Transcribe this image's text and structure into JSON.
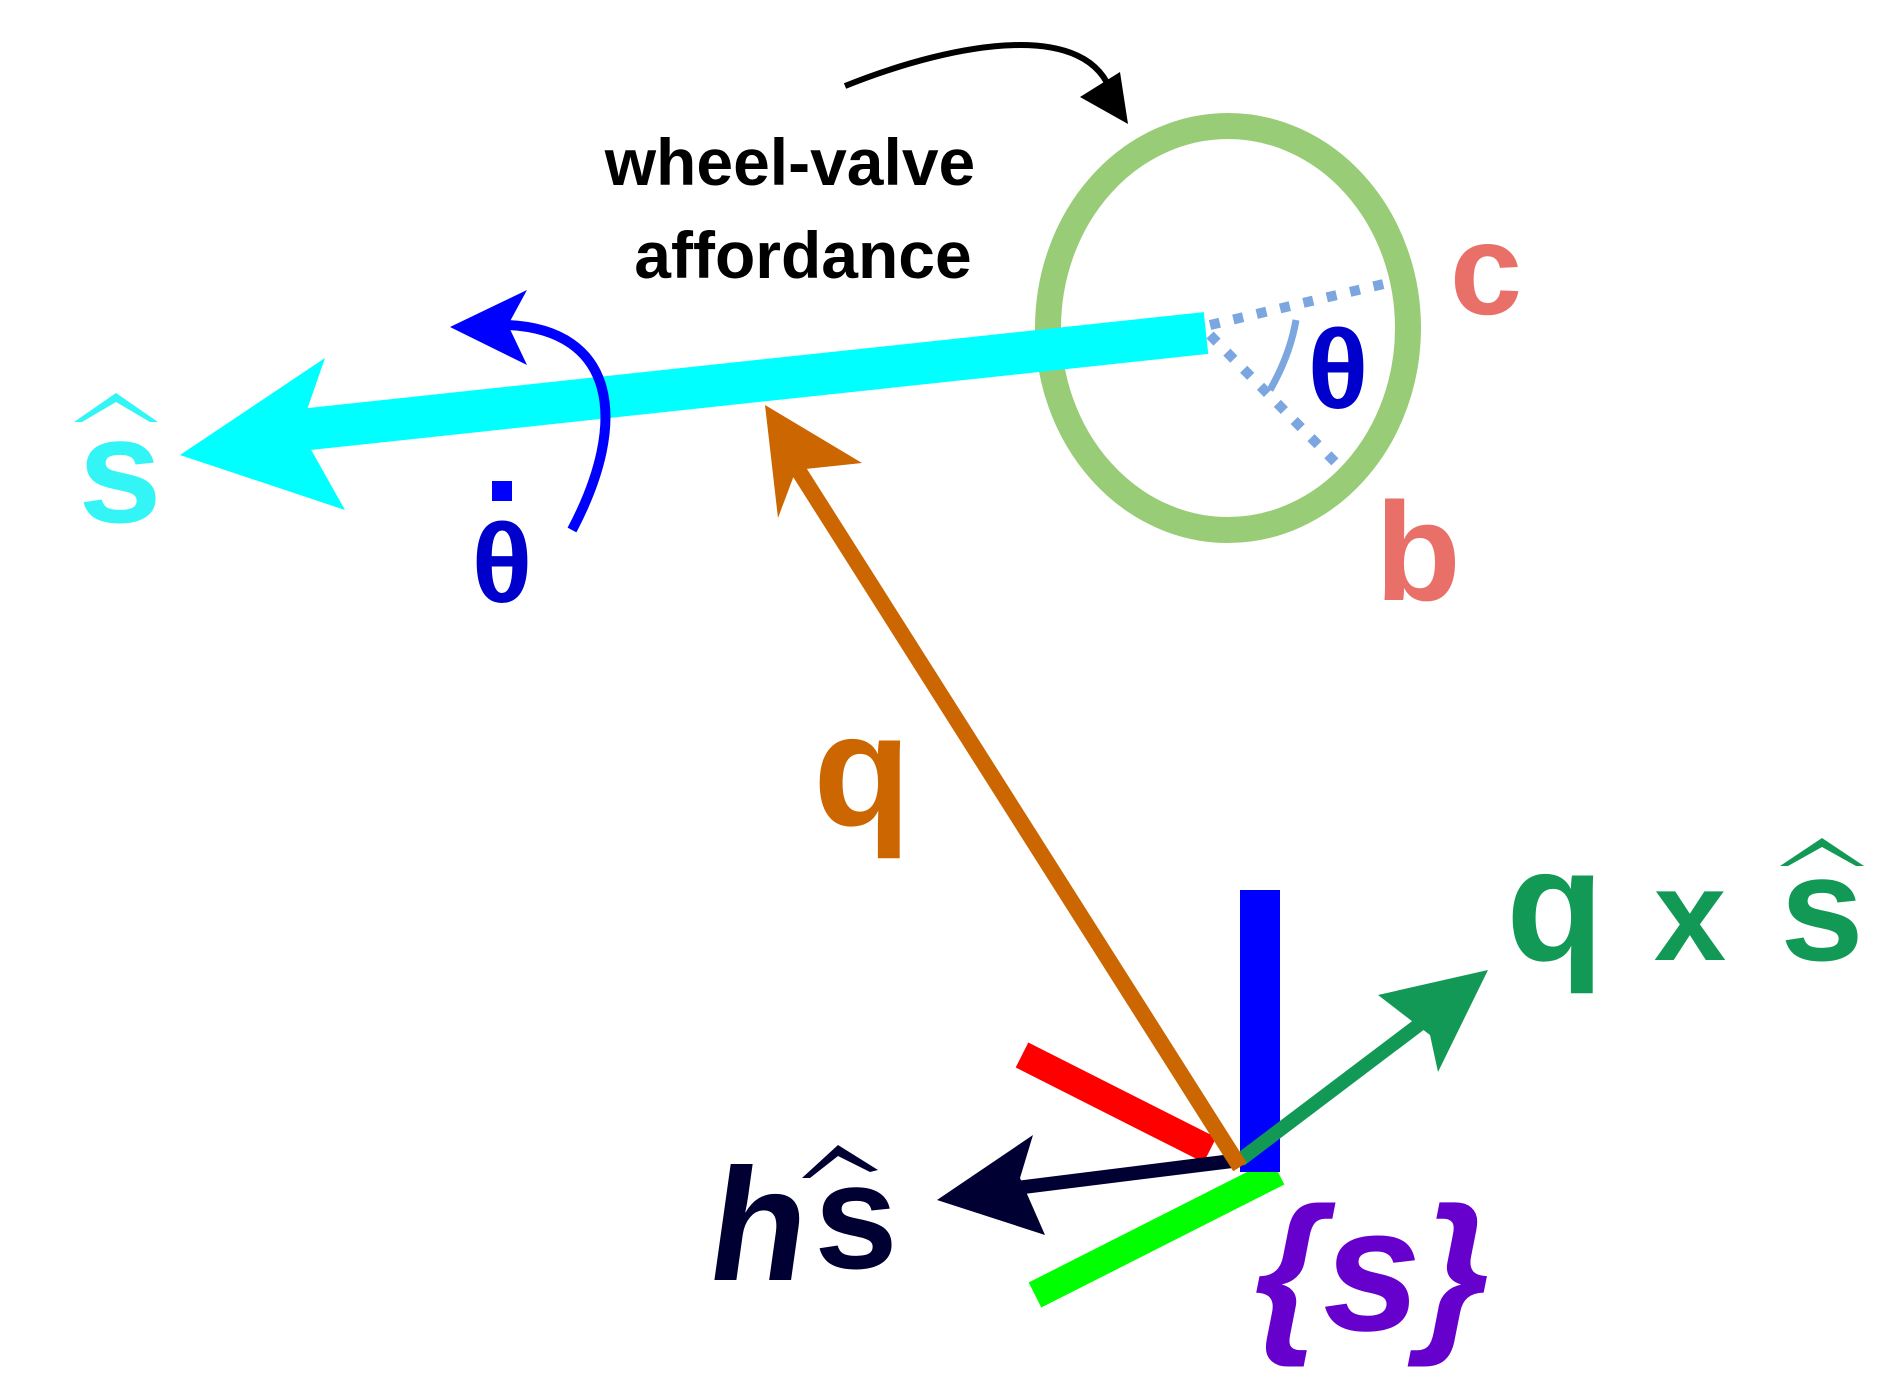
{
  "labels": {
    "affordance_line1": "wheel-valve",
    "affordance_line2": "affordance",
    "point_c": "c",
    "point_b": "b",
    "angle_theta": "θ",
    "angle_rate": "θ",
    "axis_s": "s",
    "vector_q": "q",
    "cross_q": "q",
    "cross_x": "x",
    "cross_s": "s",
    "pitch_h": "h",
    "pitch_s": "s",
    "frame_label": "{s}"
  },
  "colors": {
    "axis": "#00ffff",
    "axis_label": "#33f5f5",
    "wheel": "#99cc77",
    "dotted": "#7ba6e0",
    "point_labels": "#e87068",
    "theta": "#0000cc",
    "rotation_arrow": "#0000ff",
    "q_vector": "#cc6600",
    "cross_vector": "#119955",
    "pitch_vector": "#000033",
    "frame_x": "#ff0000",
    "frame_y": "#00ff00",
    "frame_z": "#0000ff",
    "frame_label": "#6600cc",
    "text": "#000000"
  }
}
